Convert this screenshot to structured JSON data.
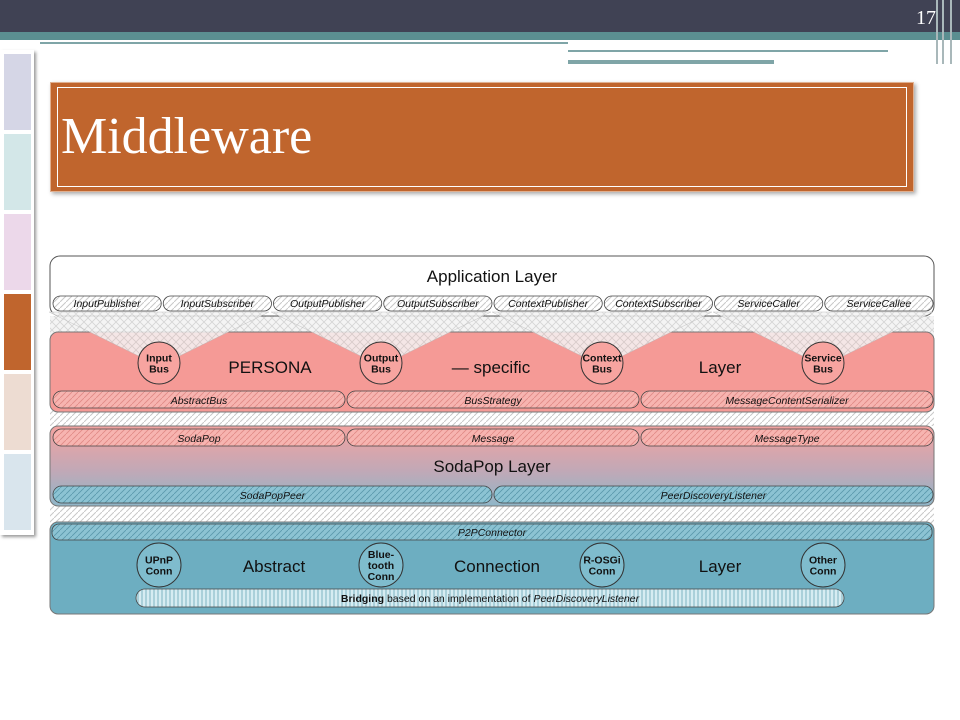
{
  "slide": {
    "page_number": "17",
    "title": "Middleware"
  },
  "diagram": {
    "application_layer": {
      "label": "Application Layer",
      "components": [
        "InputPublisher",
        "InputSubscriber",
        "OutputPublisher",
        "OutputSubscriber",
        "ContextPublisher",
        "ContextSubscriber",
        "ServiceCaller",
        "ServiceCallee"
      ]
    },
    "persona_layer": {
      "words": [
        "PERSONA",
        "— specific",
        "Layer"
      ],
      "buses": [
        {
          "line1": "Input",
          "line2": "Bus"
        },
        {
          "line1": "Output",
          "line2": "Bus"
        },
        {
          "line1": "Context",
          "line2": "Bus"
        },
        {
          "line1": "Service",
          "line2": "Bus"
        }
      ],
      "components": [
        "AbstractBus",
        "BusStrategy",
        "MessageContentSerializer"
      ]
    },
    "sodapop_layer": {
      "label": "SodaPop Layer",
      "top_components": [
        "SodaPop",
        "Message",
        "MessageType"
      ],
      "bottom_components": [
        "SodaPopPeer",
        "PeerDiscoveryListener"
      ]
    },
    "connection_layer": {
      "top_component": "P2PConnector",
      "words": [
        "Abstract",
        "Connection",
        "Layer"
      ],
      "connectors": [
        {
          "line1": "UPnP",
          "line2": "Conn"
        },
        {
          "line1": "Blue-",
          "line2": "tooth",
          "line3": "Conn"
        },
        {
          "line1": "R-OSGi",
          "line2": "Conn"
        },
        {
          "line1": "Other",
          "line2": "Conn"
        }
      ],
      "bridging_bold": "Bridging",
      "bridging_text": " based on an implementation of ",
      "bridging_italic": "PeerDiscoveryListener"
    }
  },
  "colors": {
    "topbar": "#404254",
    "stripe": "#5b8f91",
    "title_bg": "#c0652d",
    "persona": "#f59a96",
    "sodapop": "#c6a8b4",
    "connection": "#6daec1"
  }
}
